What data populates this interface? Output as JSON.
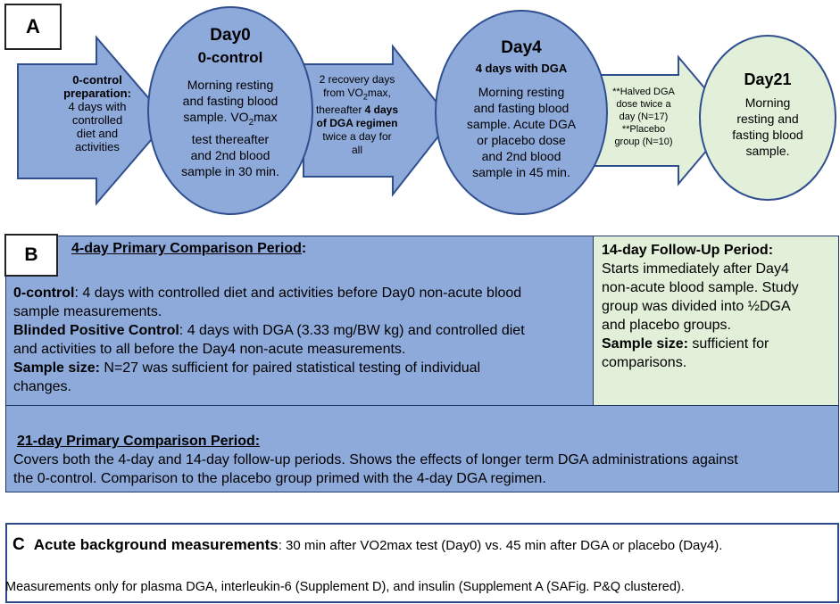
{
  "panel_a": {
    "label": "A",
    "prep_arrow": {
      "title_line1": "0-control",
      "title_line2": "preparation:",
      "lines": [
        "4 days with",
        "controlled",
        "diet and",
        "activities"
      ]
    },
    "day0": {
      "title": "Day0",
      "subtitle": "0-control",
      "lines": [
        "Morning resting",
        "and fasting blood",
        "sample. VO",
        "test thereafter",
        "and 2nd blood",
        "sample in 30 min."
      ],
      "vo2_sub": "2",
      "vo2_suffix": "max"
    },
    "recovery_arrow": {
      "line1": "2 recovery days",
      "line2_pre": "from VO",
      "line2_sub": "2",
      "line2_post": "max,",
      "line3_pre": "thereafter ",
      "line3_bold": "4 days",
      "line4_bold": "of DGA regimen",
      "line5": "twice a day for",
      "line6": "all"
    },
    "day4": {
      "title": "Day4",
      "subtitle": "4 days with DGA",
      "lines": [
        "Morning resting",
        "and fasting blood",
        "sample. Acute DGA",
        "or placebo dose",
        "and 2nd blood",
        "sample in 45 min."
      ]
    },
    "halved_arrow": {
      "lines": [
        "**Halved DGA",
        "dose twice a",
        "day (N=17)",
        "**Placebo",
        "group (N=10)"
      ]
    },
    "day21": {
      "title": "Day21",
      "lines": [
        "Morning",
        "resting and",
        "fasting blood",
        "sample."
      ]
    },
    "colors": {
      "blue": "#8eaadb",
      "green": "#e2efd9",
      "outline": "#2f4f8f"
    }
  },
  "panel_b": {
    "label": "B",
    "primary4": {
      "heading": "4-day Primary Comparison Period",
      "heading_colon": ":",
      "p1_bold": "0-control",
      "p1_rest": ": 4 days with controlled diet and activities before Day0 non-acute blood",
      "p1_line2": "sample measurements.",
      "p2_bold": "Blinded Positive Control",
      "p2_rest": ": 4 days with DGA (3.33 mg/BW kg) and controlled diet",
      "p2_line2": "and activities to all before the Day4 non-acute measurements.",
      "p3_bold": "Sample size:",
      "p3_rest": " N=27 was sufficient for paired statistical testing of individual",
      "p3_line2": "changes."
    },
    "followup14": {
      "heading": "14-day Follow-Up Period:",
      "lines": [
        "Starts immediately after Day4",
        "non-acute blood sample. Study",
        "group was divided into ½DGA",
        "and placebo groups."
      ],
      "ss_bold": "Sample size:",
      "ss_rest": " sufficient for",
      "ss_line2": "comparisons."
    },
    "primary21": {
      "heading": "21-day Primary Comparison Period:",
      "lines": [
        "Covers both the 4-day and 14-day follow-up periods. Shows the effects of longer term DGA administrations against",
        "the 0-control. Comparison to the placebo group primed with the 4-day DGA regimen."
      ]
    }
  },
  "panel_c": {
    "label": "C",
    "title_bold": "Acute background measurements",
    "title_rest": ": 30 min after VO2max test (Day0) vs. 45 min after DGA or placebo (Day4).",
    "line2": "Measurements only for plasma DGA, interleukin-6 (Supplement D), and insulin (Supplement A (SAFig. P&Q clustered)."
  }
}
